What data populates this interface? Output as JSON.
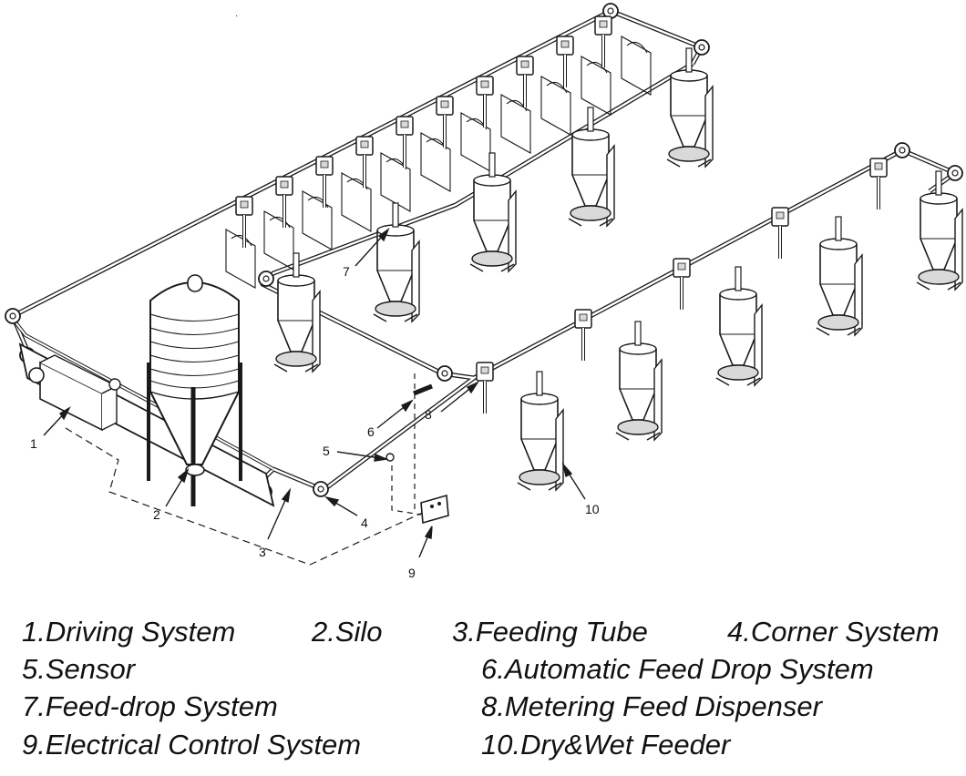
{
  "callouts": {
    "c1": "1",
    "c2": "2",
    "c3": "3",
    "c4": "4",
    "c5": "5",
    "c6": "6",
    "c7": "7",
    "c8": "8",
    "c9": "9",
    "c10": "10"
  },
  "legend": {
    "item1": "1.Driving System",
    "item2": "2.Silo",
    "item3": "3.Feeding Tube",
    "item4": "4.Corner System",
    "item5": "5.Sensor",
    "item6": "6.Automatic Feed Drop System",
    "item7": "7.Feed-drop System",
    "item8": "8.Metering Feed Dispenser",
    "item9": "9.Electrical Control System",
    "item10": "10.Dry&Wet Feeder"
  },
  "colors": {
    "line": "#1a1a1a",
    "fill": "#ffffff",
    "shade": "#d9d9d9"
  }
}
